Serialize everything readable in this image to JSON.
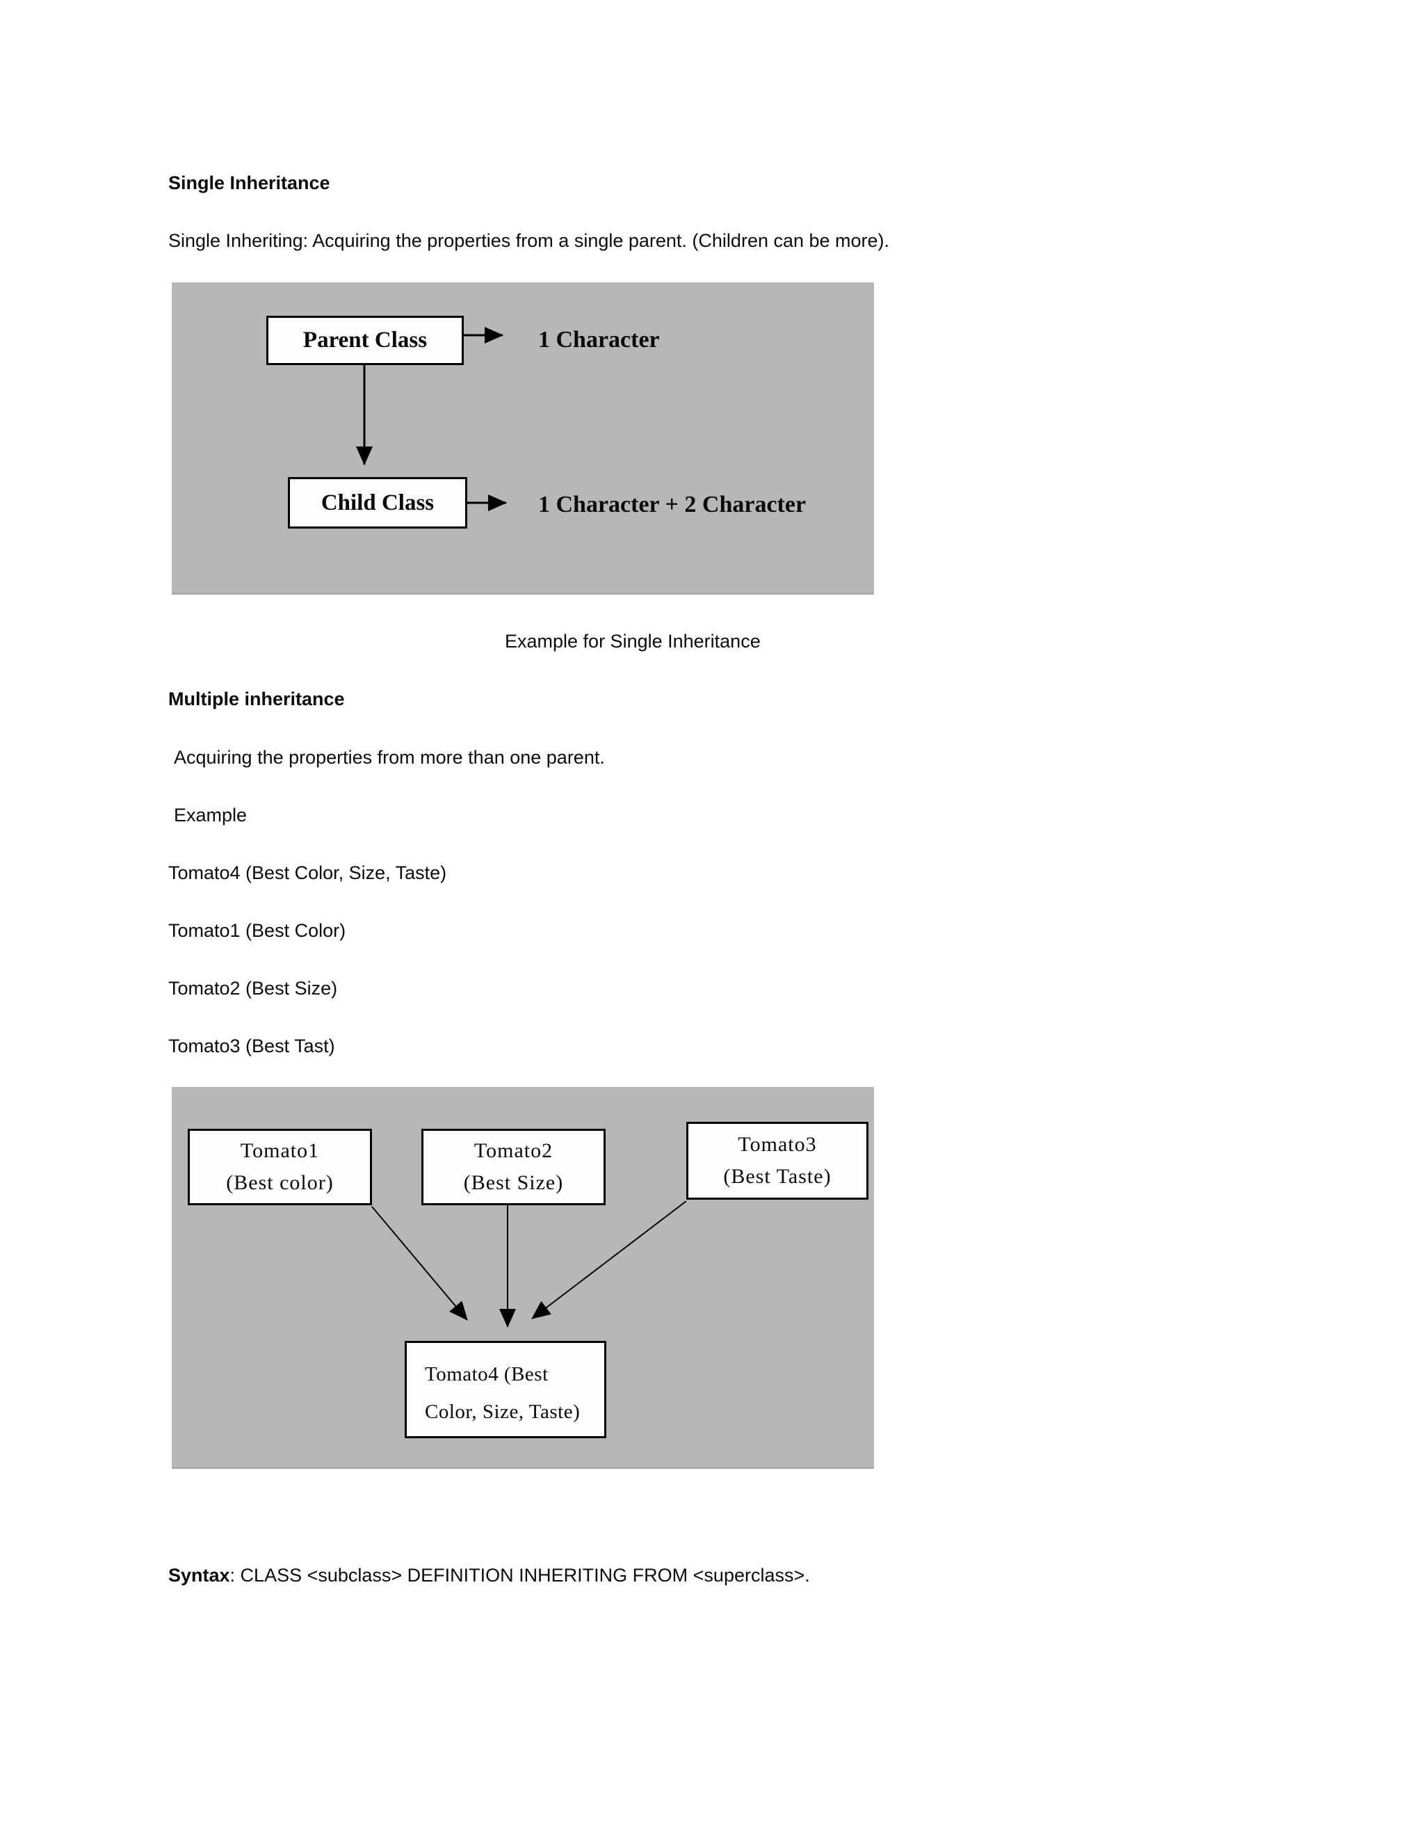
{
  "colors": {
    "page_background": "#ffffff",
    "diagram_background": "#b7b7b7",
    "box_fill": "#fdfdfd",
    "box_border": "#000000",
    "text": "#0b0b0b"
  },
  "page": {
    "title": "Single Inheritance",
    "intro": "Single Inheriting: Acquiring the properties from a single parent. (Children can be more).",
    "diagram1_caption": "Example for Single Inheritance",
    "section2_title": "Multiple inheritance",
    "section2_desc": "Acquiring the properties from more than one parent.",
    "example_label": "Example",
    "tomato_lines": [
      "Tomato4 (Best Color, Size, Taste)",
      "Tomato1 (Best Color)",
      "Tomato2 (Best Size)",
      "Tomato3 (Best Tast)"
    ],
    "syntax_label": "Syntax",
    "syntax_rest": ": CLASS <subclass> DEFINITION INHERITING FROM <superclass>."
  },
  "diagram1": {
    "parent_box_label": "Parent Class",
    "child_box_label": "Child Class",
    "parent_result": "1 Character",
    "child_result": "1 Character + 2 Character",
    "relations": [
      "Parent Class -> 1 Character",
      "Parent Class -> Child Class",
      "Child Class -> 1 Character + 2 Character"
    ]
  },
  "diagram2": {
    "parent_boxes": [
      {
        "name": "Tomato1",
        "trait": "(Best color)"
      },
      {
        "name": "Tomato2",
        "trait": "(Best Size)"
      },
      {
        "name": "Tomato3",
        "trait": "(Best Taste)"
      }
    ],
    "child_box": {
      "line1": "Tomato4 (Best",
      "line2": "Color, Size, Taste)"
    },
    "relations": [
      "Tomato1 -> Tomato4",
      "Tomato2 -> Tomato4",
      "Tomato3 -> Tomato4"
    ]
  }
}
